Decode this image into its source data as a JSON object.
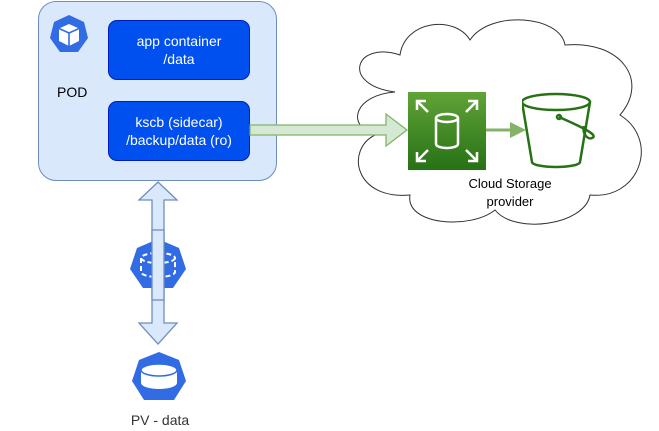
{
  "pod": {
    "label": "POD",
    "containers": [
      {
        "line1": "app container",
        "line2": "/data"
      },
      {
        "line1": "kscb (sidecar)",
        "line2": "/backup/data (ro)"
      }
    ]
  },
  "cloud": {
    "line1": "Cloud Storage",
    "line2": "provider"
  },
  "volume": {
    "label": "PV - data"
  },
  "colors": {
    "pod_fill": "#dae8fc",
    "pod_stroke": "#6c8ebf",
    "container_fill": "#0050ef",
    "k8s_blue": "#326ce5",
    "arrow_green_fill": "#d5e8d4",
    "arrow_green_stroke": "#82b366",
    "aws_green": "#3f8624",
    "bucket_green": "#277116"
  }
}
